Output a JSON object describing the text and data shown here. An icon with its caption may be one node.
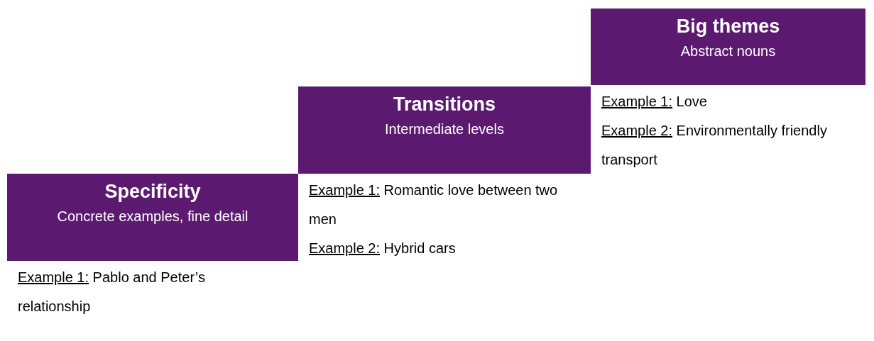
{
  "diagram": {
    "nodes": [
      {
        "text": [
          "Specificity",
          "Concrete examples, fine detail"
        ],
        "beside": [
          "Example 1:",
          "Pablo and Peter’s relationship"
        ]
      },
      {
        "text": [
          "Transitions",
          "Intermediate levels"
        ],
        "beside": [
          "Example 1:",
          "Romantic love between two men",
          "Example 2:",
          "Hybrid cars"
        ]
      },
      {
        "text": [
          "Big themes",
          "Abstract nouns"
        ],
        "beside": [
          "Example 1:",
          "Love",
          "Example 2:",
          "Environmentally friendly transport"
        ]
      }
    ],
    "edges": []
  }
}
